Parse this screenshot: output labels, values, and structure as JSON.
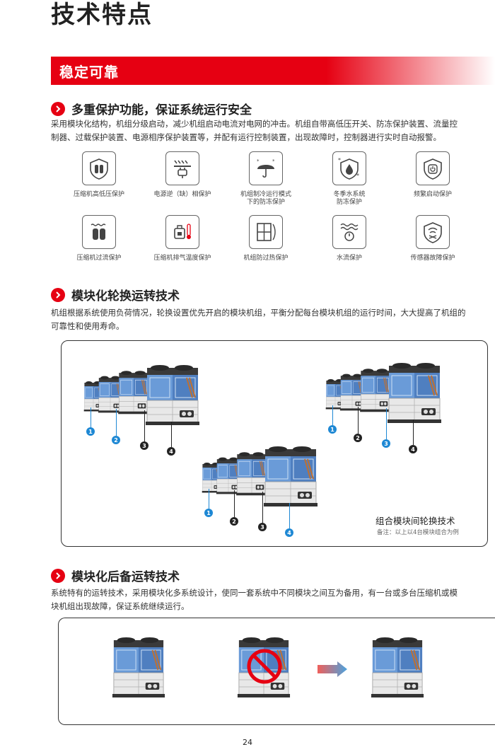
{
  "page_title": "技术特点",
  "banner": "稳定可靠",
  "sections": [
    {
      "title": "多重保护功能，保证系统运行安全",
      "text_lines": [
        "采用模块化结构，机组分级启动，减少机组启动电流对电网的冲击。机组自带高低压开关、防冻保护装置、流量控",
        "制器、过载保护装置、电源相序保护装置等，并配有运行控制装置，出现故障时，控制器进行实时自动报警。"
      ]
    },
    {
      "title": "模块化轮换运转技术",
      "text_lines": [
        "机组根据系统使用负荷情况，轮换设置优先开启的模块机组，平衡分配每台模块机组的运行时间，大大提高了机组的",
        "可靠性和使用寿命。"
      ]
    },
    {
      "title": "模块化后备运转技术",
      "text_lines": [
        "系统特有的运转技术，采用模块化多系统设计，使同一套系统中不同模块之间互为备用，有一台或多台压缩机或模",
        "块机组出现故障，保证系统继续运行。"
      ]
    }
  ],
  "protection_icons": [
    {
      "icon": "pressure-gauge-icon",
      "label_lines": [
        "压缩机高低压保护"
      ]
    },
    {
      "icon": "power-plug-icon",
      "label_lines": [
        "电源逆（缺）相保护"
      ]
    },
    {
      "icon": "umbrella-snow-icon",
      "label_lines": [
        "机组制冷运行模式",
        "下的防冻保护"
      ]
    },
    {
      "icon": "water-drop-snow-icon",
      "label_lines": [
        "冬季水系统",
        "防冻保护"
      ]
    },
    {
      "icon": "power-button-icon",
      "label_lines": [
        "频繁启动保护"
      ]
    },
    {
      "icon": "compressor-wave-icon",
      "label_lines": [
        "压缩机过流保护"
      ]
    },
    {
      "icon": "thermometer-icon",
      "label_lines": [
        "压缩机排气温度保护"
      ]
    },
    {
      "icon": "panel-frame-icon",
      "label_lines": [
        "机组防过热保护"
      ]
    },
    {
      "icon": "water-flow-icon",
      "label_lines": [
        "水流保护"
      ]
    },
    {
      "icon": "sensor-shield-icon",
      "label_lines": [
        "传感器故障保护"
      ]
    }
  ],
  "rotation_diagram": {
    "caption": "组合模块间轮换技术",
    "note": "备注：以上以4台模块组合为例",
    "groups": [
      {
        "markers": [
          {
            "n": "1",
            "active": true
          },
          {
            "n": "2",
            "active": true
          },
          {
            "n": "3",
            "active": false
          },
          {
            "n": "4",
            "active": false
          }
        ]
      },
      {
        "markers": [
          {
            "n": "1",
            "active": true
          },
          {
            "n": "2",
            "active": false
          },
          {
            "n": "3",
            "active": true
          },
          {
            "n": "4",
            "active": false
          }
        ]
      },
      {
        "markers": [
          {
            "n": "1",
            "active": true
          },
          {
            "n": "2",
            "active": false
          },
          {
            "n": "3",
            "active": false
          },
          {
            "n": "4",
            "active": true
          }
        ]
      }
    ]
  },
  "page_number": "24",
  "colors": {
    "accent": "#e60012",
    "marker_blue": "#1e88d4",
    "marker_black": "#222222"
  }
}
